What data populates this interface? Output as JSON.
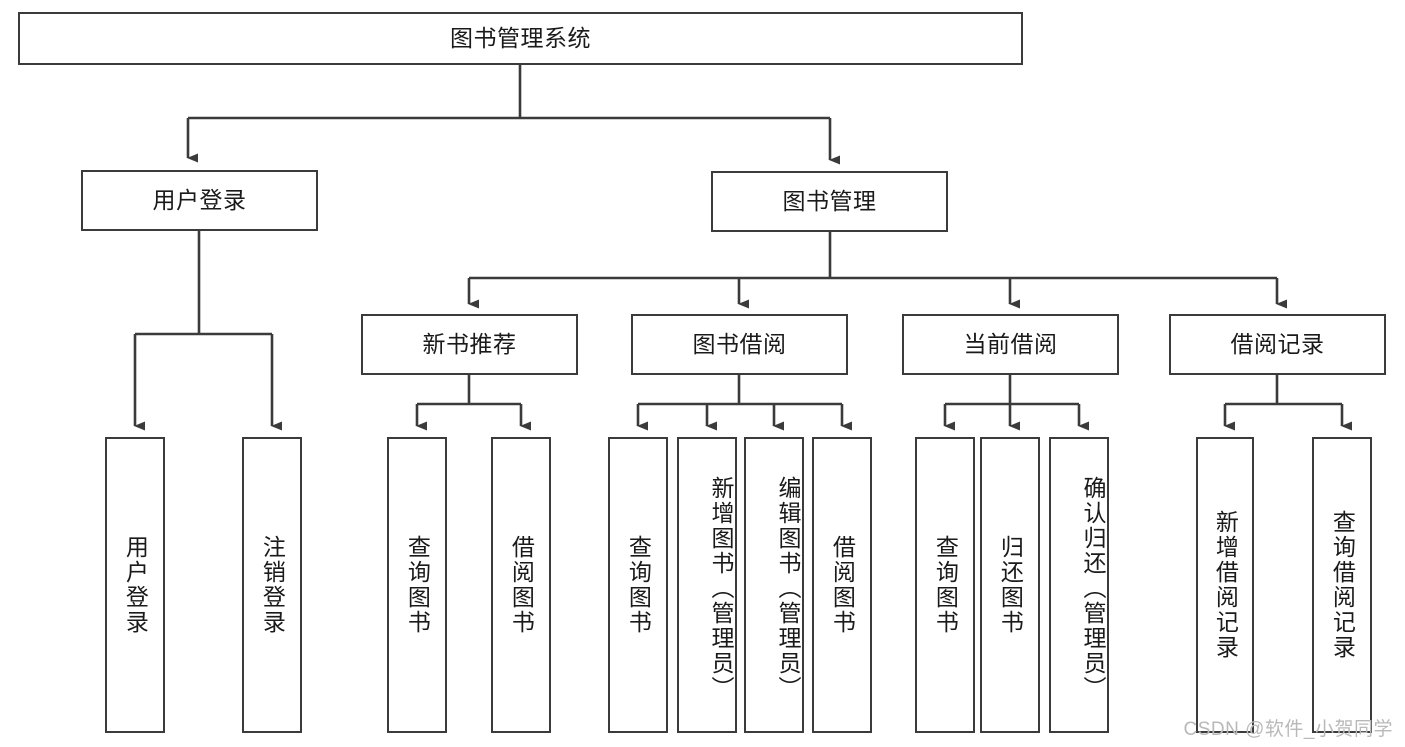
{
  "diagram": {
    "type": "tree-hierarchy",
    "title": "图书管理系统",
    "root": {
      "id": "root",
      "label": "图书管理系统"
    },
    "level2": [
      {
        "id": "user-login",
        "label": "用户登录"
      },
      {
        "id": "book-management",
        "label": "图书管理"
      }
    ],
    "level3": [
      {
        "id": "new-book-recommend",
        "label": "新书推荐",
        "parent": "book-management"
      },
      {
        "id": "book-borrow",
        "label": "图书借阅",
        "parent": "book-management"
      },
      {
        "id": "current-borrow",
        "label": "当前借阅",
        "parent": "book-management"
      },
      {
        "id": "borrow-record",
        "label": "借阅记录",
        "parent": "book-management"
      }
    ],
    "leaves": [
      {
        "id": "leaf-user-login",
        "label": "用户登录",
        "parent": "user-login"
      },
      {
        "id": "leaf-logout-login",
        "label": "注销登录",
        "parent": "user-login"
      },
      {
        "id": "leaf-query-book-1",
        "label": "查询图书",
        "parent": "new-book-recommend"
      },
      {
        "id": "leaf-borrow-book-1",
        "label": "借阅图书",
        "parent": "new-book-recommend"
      },
      {
        "id": "leaf-query-book-2",
        "label": "查询图书",
        "parent": "book-borrow"
      },
      {
        "id": "leaf-add-book",
        "label": "新增图书（管理员）",
        "parent": "book-borrow"
      },
      {
        "id": "leaf-edit-book",
        "label": "编辑图书（管理员）",
        "parent": "book-borrow"
      },
      {
        "id": "leaf-borrow-book-2",
        "label": "借阅图书",
        "parent": "book-borrow"
      },
      {
        "id": "leaf-query-book-3",
        "label": "查询图书",
        "parent": "current-borrow"
      },
      {
        "id": "leaf-return-book",
        "label": "归还图书",
        "parent": "current-borrow"
      },
      {
        "id": "leaf-confirm-return",
        "label": "确认归还（管理员）",
        "parent": "current-borrow"
      },
      {
        "id": "leaf-add-record",
        "label": "新增借阅记录",
        "parent": "borrow-record"
      },
      {
        "id": "leaf-query-record",
        "label": "查询借阅记录",
        "parent": "borrow-record"
      }
    ],
    "watermark": "CSDN @软件_小贺同学",
    "colors": {
      "stroke": "#3b3b3b",
      "background": "#ffffff",
      "text": "#1a1a1a",
      "watermark": "#b9b9b9"
    }
  }
}
